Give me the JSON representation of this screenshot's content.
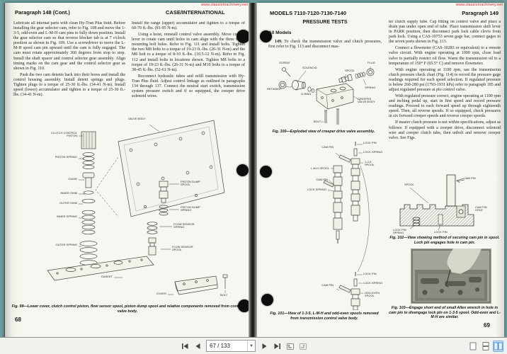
{
  "watermark_url": "www.classicmachinery.net",
  "left_page": {
    "header_left": "Paragraph 148 (Cont.)",
    "header_right": "CASE/INTERNATIONAL",
    "col1_p1": "Lubricate all internal parts with clean Hy-Tran Plus fluid. Before installing the gear selector cam, refer to Fig. 108 and move the 1-3-5, odd-even and L-M-H cam pins to fully down position. Install the gear selector cam so that reverse blocker tab is at 7 o'clock position as shown in Fig. 109. Use a screwdriver to move the L-M-H spool cam pin upward until the cam is fully engaged. The cam must rotate approximately 360 degrees from stop to stop. Install the shaft spacer and control selector gear assembly. Align timing marks on the cam gear and the control selector gear as shown in Fig. 110.",
    "col1_p2": "Push the two cam detents back into their bores and install the control housing assembly. Install detent springs and plugs. Tighten plugs to a torque of 25-30 ft.-lbs. (34-41 N-m). Install speed (lower) accumulator and tighten to a torque of 25-30 ft.-lbs. (34-41 N-m).",
    "col2_p1": "Install the range (upper) accumulator and tighten to a torque of 60-70 ft.-lbs. (81-95 N-m).",
    "col2_p2": "Using a hoist, reinstall control valve assembly. Move control lever to rotate cam until holes in cam align with the three valve mounting bolt holes. Refer to Fig. 111 and install bolts. Tighten the two M8 bolts to a torque of 19-23 ft.-lbs. (26-31 N-m) and the M6 bolt to a torque of 8-10 ft.-lbs. (10.5-12 N-m). Refer to Fig. 112 and install bolts in locations shown. Tighten M8 bolts to a torque of 19-23 ft.-lbs. (26-31 N-m) and M10 bolts to a torque of 38-45 ft.-lbs. (52-61 N-m).",
    "col2_p3": "Reconnect hydraulic tubes and refill transmission with Hy-Tran Plus fluid. Adjust control linkage as outlined in paragraphs 134 through 137. Connect the neutral start switch, transmission system pressure switch and if so equipped, the creeper drive solenoid wires.",
    "fig99": {
      "caption": "Fig. 99—Lower cover, clutch control piston, flow sensor spool, piston dump spool and relative components removed from control valve body.",
      "labels": [
        "CLUTCH CONTROL PISTON",
        "PISTON SPRING",
        "GUIDE",
        "INNER SHIM",
        "OUTER SHIM",
        "INNER SPRING",
        "OUTER SPRING",
        "VALVE BODY",
        "PISTON DUMP SPOOL",
        "PISTON DUMP SPRING",
        "FLOW SENSOR SPRING",
        "FLOW SENSOR SPOOL",
        "GASKET",
        "COVER",
        "BOLT"
      ]
    },
    "page_number": "68"
  },
  "right_page": {
    "header_left": "MODELS 7110-7120-7130-7140",
    "header_right": "Paragraph 149",
    "section_title": "PRESSURE TESTS",
    "subheading": "All Models",
    "para_number": "149.",
    "col1_p1": "To check the transmission valve and clutch pressures, first refer to Fig. 113 and disconnect mas-",
    "col2_p1": "ter clutch supply tube. Cap fitting on control valve and place a drain pan under open end of tube. Place transmission shift lever in PARK position, then disconnect park lock cable clevis from park lock. Using a CAS-10753 seven gage bar, connect gages to the seven ports shown in Fig. 113.",
    "col2_p2": "Connect a flowmeter (CAS-10283 or equivalent) to a remote valve circuit. With engine operating at 1000 rpm, close load valve to partially restrict oil flow. Warm the transmission oil to a temperature of 150° F (65.5° C) and remove flowmeter.",
    "col2_p3": "With engine operating at 1100 rpm, use the transmission clutch pressure check chart (Fig. 114) to record the pressure gage readings required for each speed selection. If regulated pressure is below 260-280 psi (1793-1931 kPa) refer to paragraph 185 and adjust regulated pressure at pto control valve.",
    "col2_p4": "With regulated pressure correct, engine operating at 1100 rpm and inching pedal up, start in first speed and record pressure readings. Proceed to each forward speed up through eighteenth speed. Then, all reverse speeds. If so equipped, check pressures in six forward creeper speeds and reverse creeper speeds.",
    "col2_p5": "If master clutch pressure is not within specifications, adjust as follows: If equipped with a creeper drive, disconnect solenoid wire and creeper clutch tube, then unbolt and remove creeper valve. See Figs.",
    "fig100": {
      "caption": "Fig. 100—Exploded view of creeper drive valve assembly.",
      "labels": [
        "SCREW",
        "SOLENOID",
        "RETAINER",
        "O-RING",
        "SPOOL",
        "PLUG",
        "SPRING",
        "CREEPER VALVE BODY",
        "BOLT"
      ]
    },
    "fig101": {
      "caption": "Fig. 101—View of 1-3-5, L-M-H and odd-even spools removed from transmission control valve body.",
      "labels": [
        "LOCK PIN",
        "LOCK SPRING",
        "1-3-5 SPOOL",
        "CAM PIN",
        "L-M-H SPOOL",
        "CAM PIN",
        "LOCK SPRING",
        "LOCK PIN",
        "LOCK SPRING",
        "ODD-EVEN SPOOL",
        "CAM PIN"
      ]
    },
    "fig102": {
      "caption": "Fig. 102—View showing method of securing cam pin in spool. Lock pin engages hole in cam pin.",
      "labels": [
        "SPOOL",
        "CAM PIN",
        "CAM PIN HOLE",
        "LOCK PIN SPRING",
        "LOCK PIN"
      ]
    },
    "fig103": {
      "caption": "Fig. 103—Engage short end of small Allen wrench in hole in cam pin to disengage lock pin on 1-3-5 spool. Odd-even and L-M-H are similar."
    },
    "page_number": "69"
  },
  "toolbar": {
    "page_indicator": "67 / 133",
    "icons": [
      "first-page",
      "previous-page",
      "next-page",
      "last-page",
      "previous-view",
      "next-view",
      "single-page-view",
      "continuous-view",
      "facing-pages-view"
    ]
  }
}
